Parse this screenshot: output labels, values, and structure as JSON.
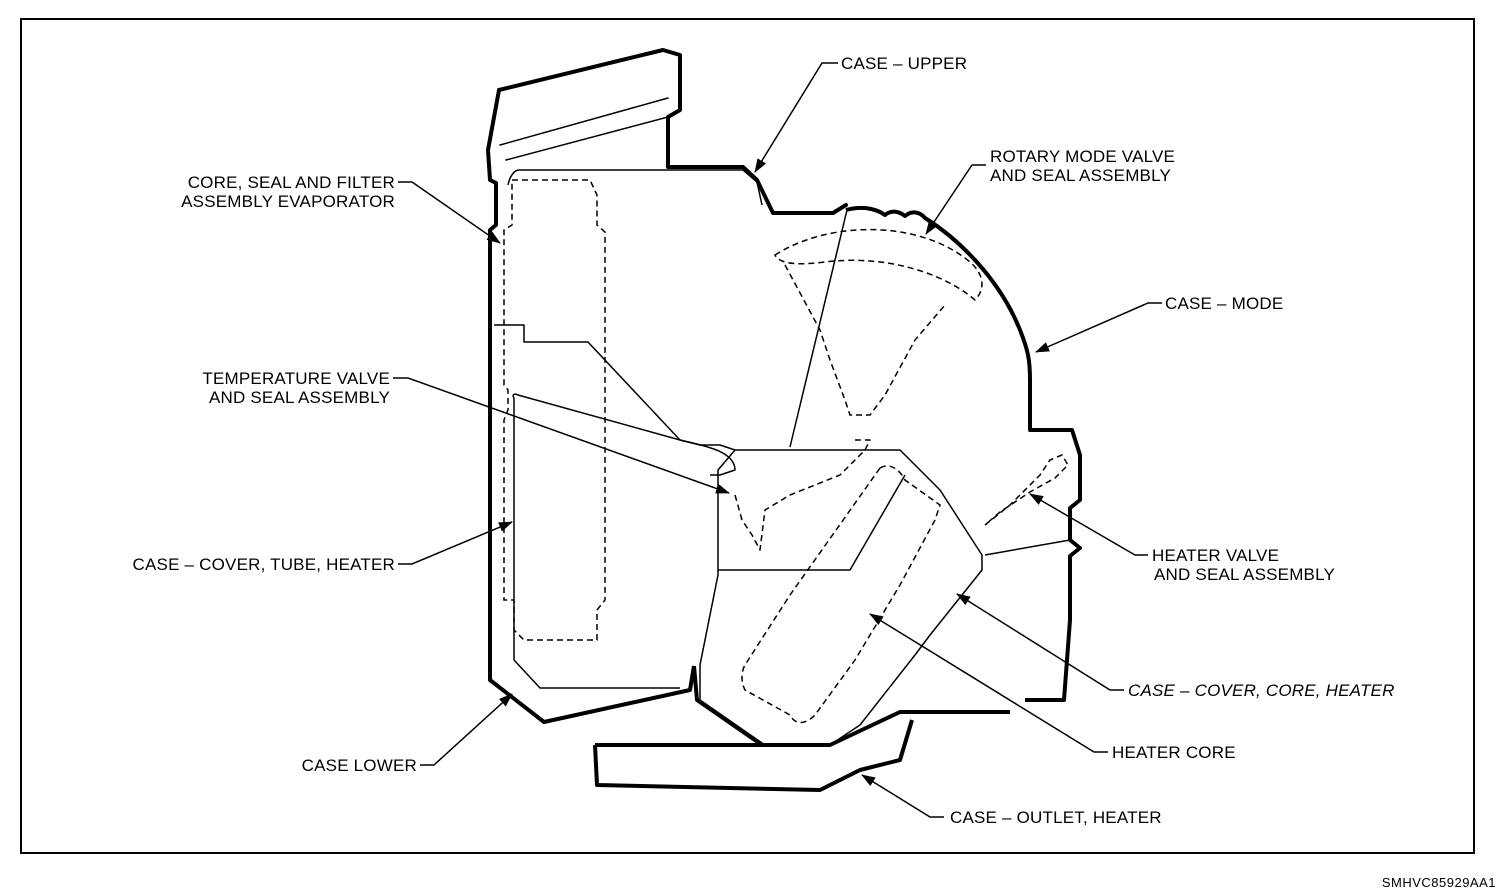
{
  "labels": {
    "case_upper": "CASE – UPPER",
    "rotary_line1": "ROTARY MODE VALVE",
    "rotary_line2": "AND SEAL ASSEMBLY",
    "core_line1": "CORE, SEAL AND FILTER",
    "core_line2": "ASSEMBLY EVAPORATOR",
    "case_mode": "CASE – MODE",
    "temp_line1": "TEMPERATURE VALVE",
    "temp_line2": "AND SEAL ASSEMBLY",
    "heater_valve_line1": "HEATER VALVE",
    "heater_valve_line2": "AND SEAL ASSEMBLY",
    "cover_tube_heater": "CASE – COVER, TUBE, HEATER",
    "cover_core_heater": "CASE – COVER, CORE, HEATER",
    "heater_core": "HEATER CORE",
    "case_lower": "CASE LOWER",
    "outlet_heater": "CASE – OUTLET, HEATER"
  },
  "figure_code": "SMHVC85929AA1"
}
